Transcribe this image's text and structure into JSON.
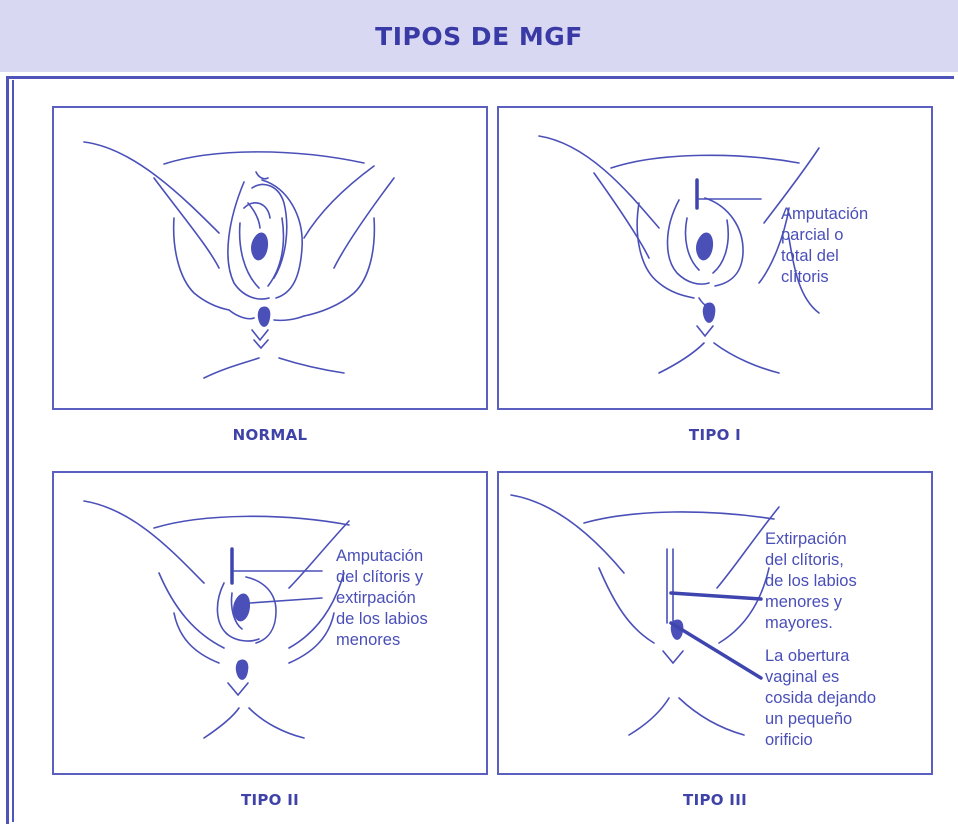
{
  "title": "TIPOS DE MGF",
  "panels": [
    {
      "caption": "NORMAL",
      "note": ""
    },
    {
      "caption": "TIPO I",
      "note": "Amputación\nparcial o\ntotal del\nclítoris"
    },
    {
      "caption": "TIPO II",
      "note": "Amputación\ndel clítoris y\nextirpación\nde los labios\nmenores"
    },
    {
      "caption": "TIPO III",
      "note1": "Extirpación\ndel clítoris,\nde los labios\nmenores y\nmayores.",
      "note2": "La obertura\nvaginal es\ncosida dejando\nun pequeño\norificio"
    }
  ],
  "colors": {
    "ink": "#4a50b8",
    "header_bg": "#d8d8f2",
    "title": "#3a3aa6"
  }
}
